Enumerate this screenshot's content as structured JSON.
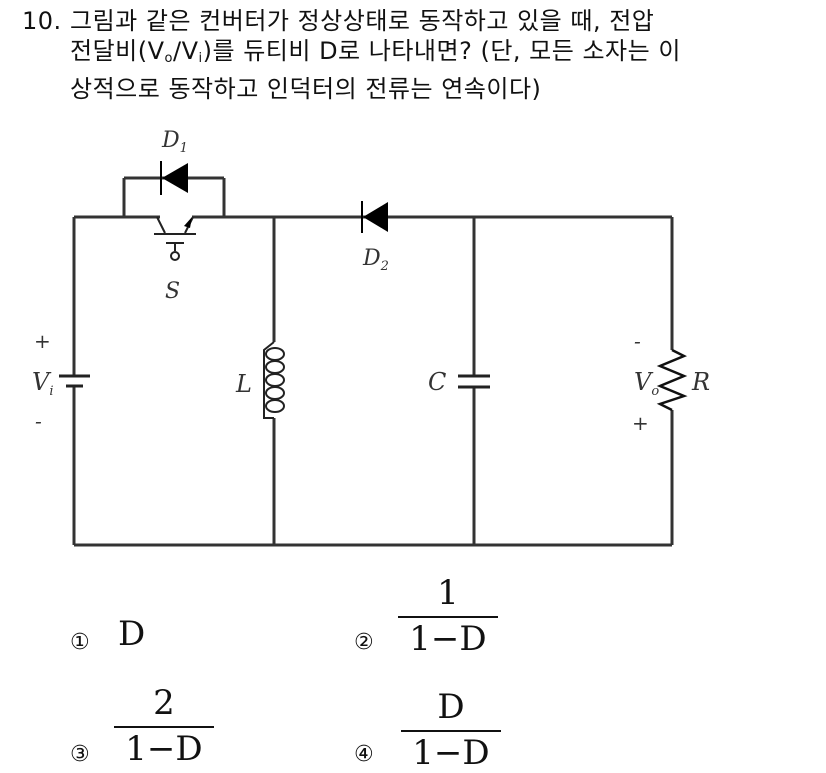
{
  "question": {
    "number": "10.",
    "line1": "그림과 같은 컨버터가 정상상태로 동작하고 있을 때, 전압",
    "line2_pre": "전달비(V",
    "line2_sub1": "o",
    "line2_mid": "/V",
    "line2_sub2": "i",
    "line2_post": ")를 듀티비 D로 나타내면? (단, 모든 소자는 이",
    "line3": "상적으로 동작하고 인덕터의 전류는 연속이다)"
  },
  "circuit": {
    "labels": {
      "D1": "D",
      "D1_sub": "1",
      "D2": "D",
      "D2_sub": "2",
      "S": "S",
      "Vi": "V",
      "Vi_sub": "i",
      "L": "L",
      "C": "C",
      "Vo": "V",
      "Vo_sub": "o",
      "R": "R",
      "vi_plus": "+",
      "vi_minus": "-",
      "vo_minus": "-",
      "vo_plus": "+"
    }
  },
  "options": [
    {
      "marker": "①",
      "numerator": "",
      "denominator": "",
      "value": "D"
    },
    {
      "marker": "②",
      "numerator": "1",
      "denominator": "1−D",
      "value": ""
    },
    {
      "marker": "③",
      "numerator": "2",
      "denominator": "1−D",
      "value": ""
    },
    {
      "marker": "④",
      "numerator": "D",
      "denominator": "1−D",
      "value": ""
    }
  ]
}
